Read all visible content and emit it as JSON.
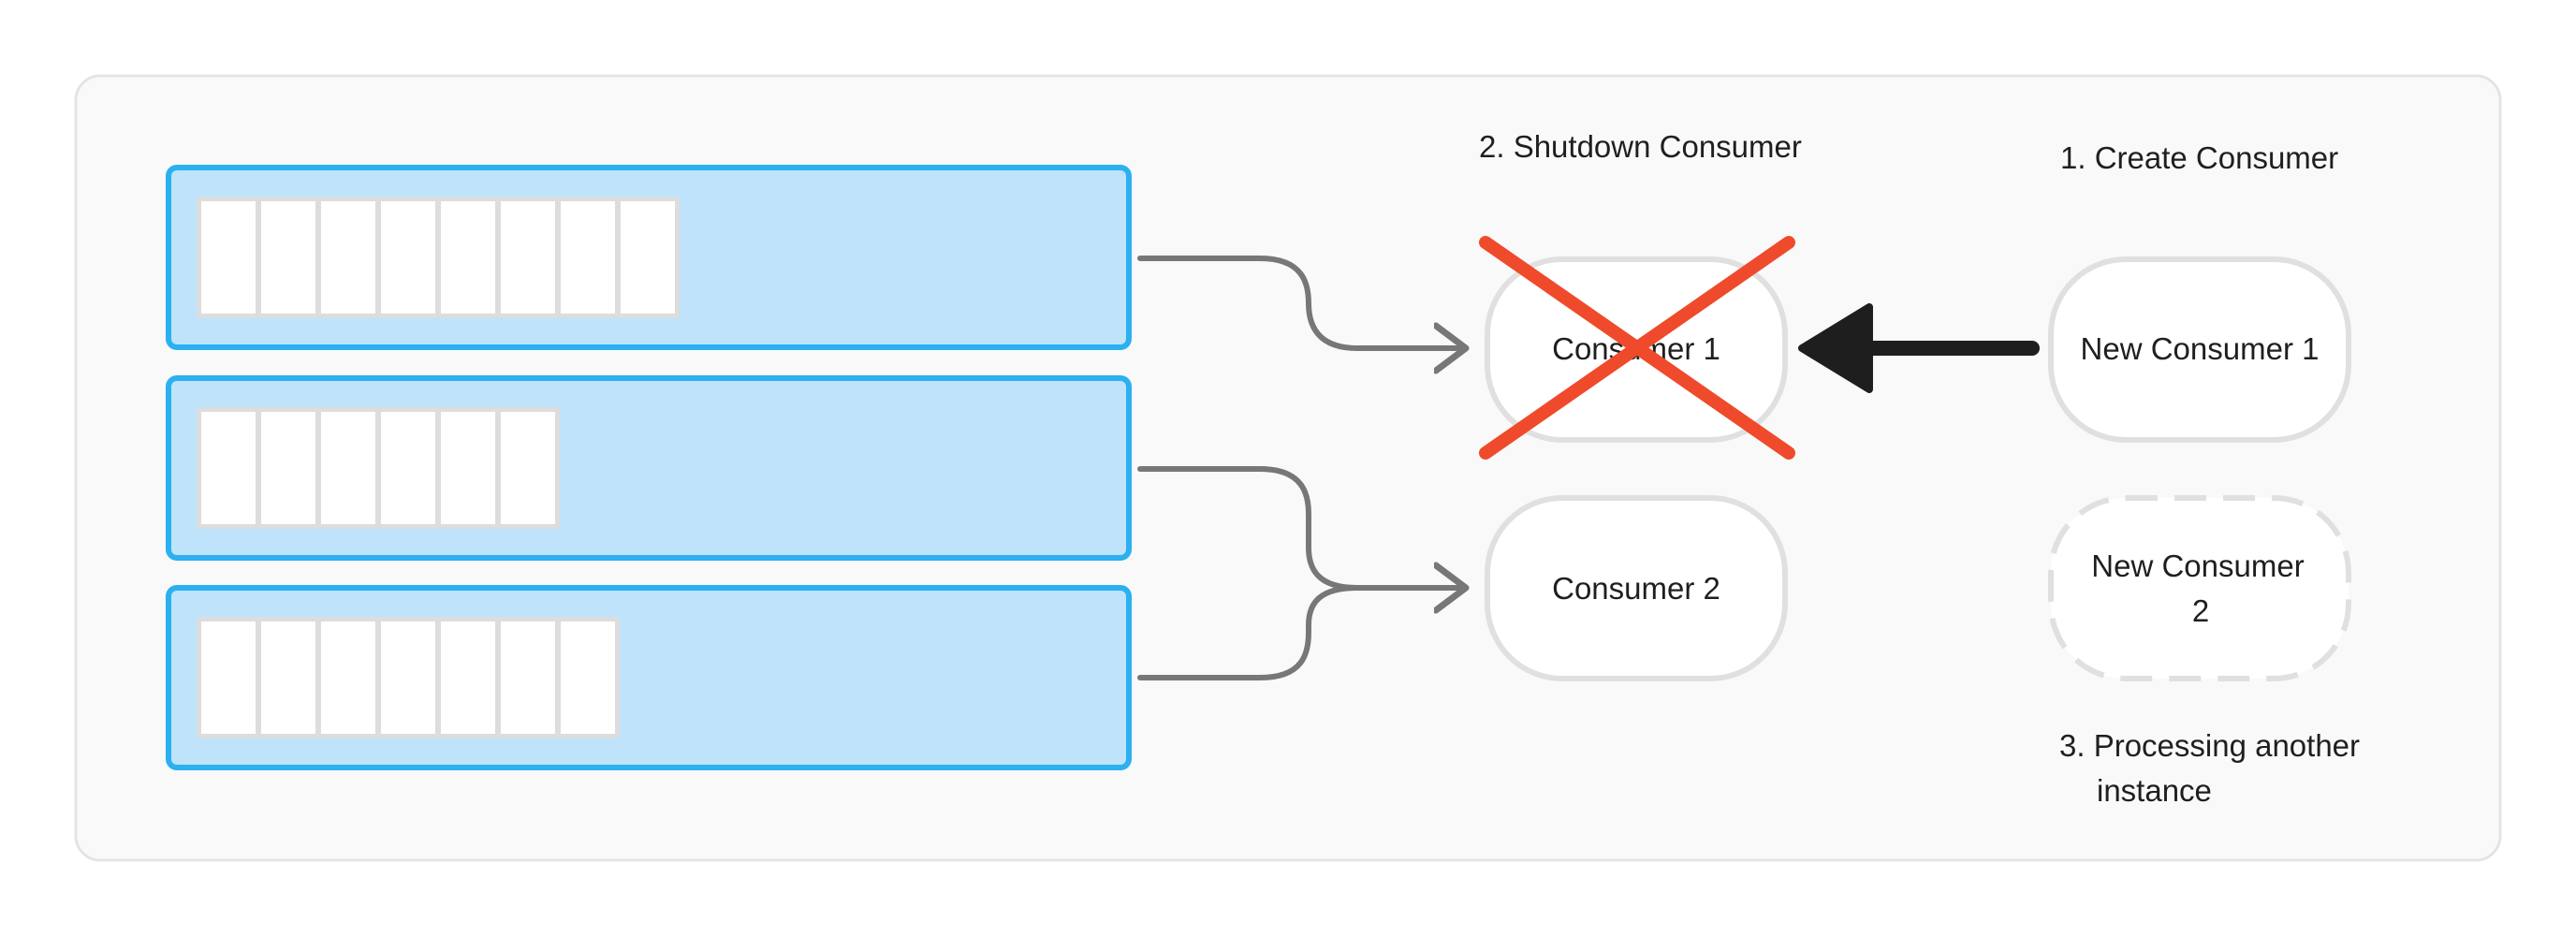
{
  "colors": {
    "panel_fill": "#f9f9f9",
    "panel_stroke": "#e4e4e4",
    "partition_fill": "#bfe3fb",
    "partition_stroke": "#2bb0f0",
    "message_fill": "#ffffff",
    "message_stroke": "#dddddd",
    "connector": "#777777",
    "node_fill": "#ffffff",
    "node_stroke": "#e0e0e0",
    "cross": "#ef4a2b",
    "arrow": "#1e1e1e",
    "text": "#1f1f1f"
  },
  "partitions": [
    {
      "messages": 8
    },
    {
      "messages": 6
    },
    {
      "messages": 7
    }
  ],
  "consumers": [
    {
      "label": "Consumer 1",
      "state": "shutdown"
    },
    {
      "label": "Consumer 2",
      "state": "running"
    }
  ],
  "new_consumers": [
    {
      "label": "New Consumer 1",
      "state": "created"
    },
    {
      "label_line1": "New Consumer",
      "label_line2": "2",
      "state": "pending"
    }
  ],
  "steps": {
    "create": "1. Create Consumer",
    "shutdown": "2. Shutdown Consumer",
    "processing_line1": "3. Processing another",
    "processing_line2": "instance"
  },
  "icons": {
    "shutdown_marker": "cross-icon",
    "replacement_arrow": "arrow-left-icon"
  }
}
